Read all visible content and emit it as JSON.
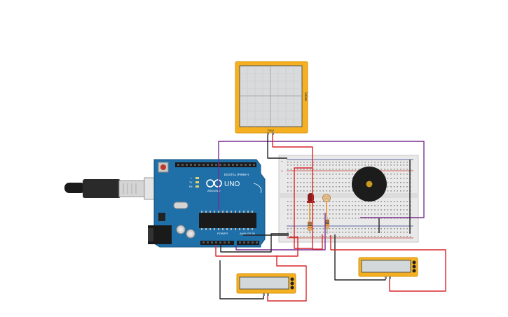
{
  "oscilloscope": {
    "name_label": "Value",
    "time_label": "Time"
  },
  "arduino": {
    "logo_label": "UNO",
    "brand_label": "ARDUINO",
    "digital_label": "DIGITAL (PWM~)",
    "power_label": "POWER",
    "analog_label": "ANALOG IN",
    "tx_label": "TX",
    "rx_label": "RX",
    "l_label": "L"
  },
  "breadboard": {
    "plus_label": "+",
    "minus_label": "−"
  },
  "multimeters": [
    {
      "id": "meter-left",
      "reading": ""
    },
    {
      "id": "meter-right",
      "reading": ""
    }
  ],
  "colors": {
    "wire_red": "#d9262b",
    "wire_purple": "#7b2d8e",
    "wire_black": "#222222",
    "wire_orange": "#e88a1a",
    "arduino_blue": "#1f6fa8",
    "instrument_yellow": "#f5b021",
    "buzzer_black": "#1c1c1c",
    "buzzer_center": "#c99a1f"
  }
}
